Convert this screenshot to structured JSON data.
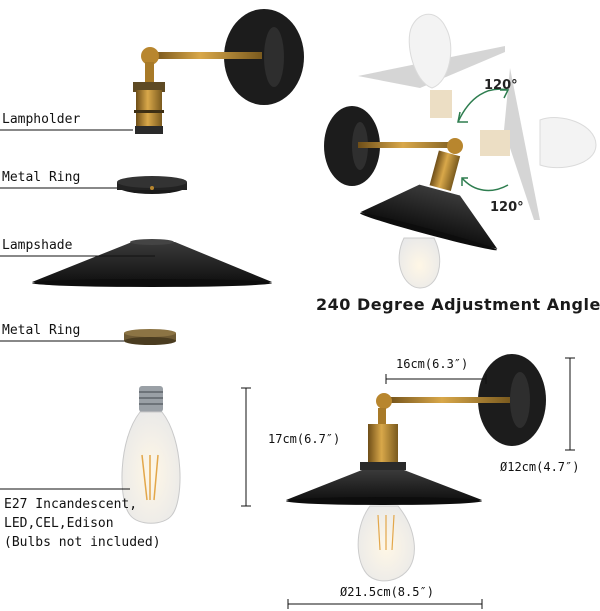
{
  "labels": {
    "lampholder": "Lampholder",
    "metal_ring_1": "Metal Ring",
    "lampshade": "Lampshade",
    "metal_ring_2": "Metal Ring"
  },
  "bulb_info": {
    "line1": "E27 Incandescent,",
    "line2": "LED,CEL,Edison",
    "line3": "(Bulbs not included)"
  },
  "adjustment": {
    "title": "240 Degree Adjustment Angle",
    "angle_top": "120°",
    "angle_bottom": "120°"
  },
  "dimensions": {
    "arm_length": "16cm(6.3″)",
    "height": "17cm(6.7″)",
    "base_diameter": "Ø12cm(4.7″)",
    "shade_diameter": "Ø21.5cm(8.5″)"
  },
  "colors": {
    "metal_black": "#1c1c1c",
    "brass": "#b8862e",
    "text": "#111111"
  }
}
